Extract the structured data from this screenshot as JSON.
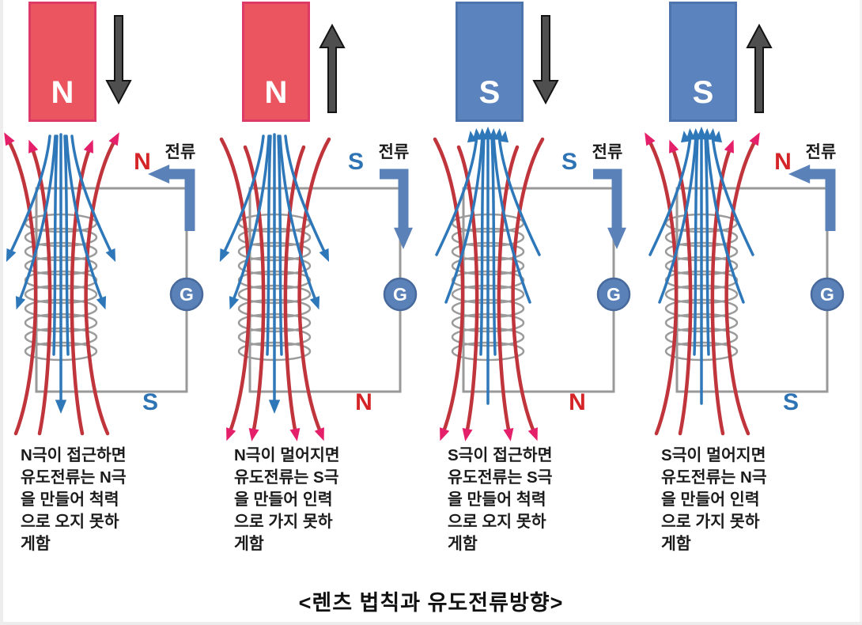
{
  "caption": "<렌츠 법칙과 유도전류방향>",
  "labels": {
    "current": "전류",
    "galvanometer": "G"
  },
  "colors": {
    "red_magnet_fill": "#ea5560",
    "red_magnet_border": "#dd3a67",
    "blue_magnet_fill": "#5b84bf",
    "blue_magnet_border": "#4d74ac",
    "blue_field_line": "#2e78ba",
    "red_field_line": "#c0343c",
    "red_arrowhead": "#e5206a",
    "coil": "#9b9b9b",
    "wire": "#999999",
    "circuit_blue": "#5b82b8",
    "g_border": "#47699b",
    "pole_red": "#d42427",
    "pole_blue": "#2e74b5",
    "motion_arrow_fill": "#4f4f4f",
    "motion_arrow_stroke": "#141414",
    "text": "#1b1b1b"
  },
  "panels": [
    {
      "magnet_pole": "N",
      "magnet_color_key": "red",
      "motion": "down",
      "top_pole": {
        "label": "N",
        "color_key": "pole_red"
      },
      "bottom_pole": {
        "label": "S",
        "color_key": "pole_blue"
      },
      "current_direction": "ccw",
      "coil_field": "down",
      "red_arrows": "top",
      "description": "N극이 접근하면\n유도전류는 N극\n을 만들어 척력\n으로 오지 못하\n게함"
    },
    {
      "magnet_pole": "N",
      "magnet_color_key": "red",
      "motion": "up",
      "top_pole": {
        "label": "S",
        "color_key": "pole_blue"
      },
      "bottom_pole": {
        "label": "N",
        "color_key": "pole_red"
      },
      "current_direction": "cw",
      "coil_field": "down",
      "red_arrows": "bottom",
      "description": "N극이 멀어지면\n유도전류는 S극\n을 만들어 인력\n으로 가지 못하\n게함"
    },
    {
      "magnet_pole": "S",
      "magnet_color_key": "blue",
      "motion": "down",
      "top_pole": {
        "label": "S",
        "color_key": "pole_blue"
      },
      "bottom_pole": {
        "label": "N",
        "color_key": "pole_red"
      },
      "current_direction": "cw",
      "coil_field": "up",
      "red_arrows": "bottom",
      "description": "S극이 접근하면\n유도전류는 S극\n을 만들어 척력\n으로 오지 못하\n게함"
    },
    {
      "magnet_pole": "S",
      "magnet_color_key": "blue",
      "motion": "up",
      "top_pole": {
        "label": "N",
        "color_key": "pole_red"
      },
      "bottom_pole": {
        "label": "S",
        "color_key": "pole_blue"
      },
      "current_direction": "ccw",
      "coil_field": "up",
      "red_arrows": "top",
      "description": "S극이 멀어지면\n유도전류는 N극\n을 만들어 인력\n으로 가지 못하\n게함"
    }
  ]
}
